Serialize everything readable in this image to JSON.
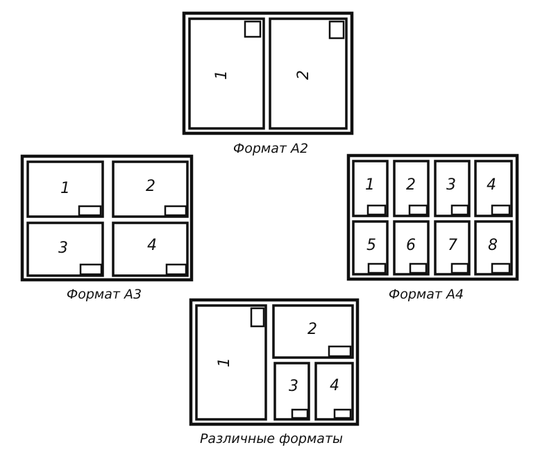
{
  "captions": {
    "a2": "Формат А2",
    "a3": "Формат А3",
    "a4": "Формат А4",
    "various": "Различные форматы"
  },
  "sheets": {
    "a2": [
      "1",
      "2"
    ],
    "a3": [
      "1",
      "2",
      "3",
      "4"
    ],
    "a4": [
      "1",
      "2",
      "3",
      "4",
      "5",
      "6",
      "7",
      "8"
    ],
    "various": [
      "1",
      "2",
      "3",
      "4"
    ]
  }
}
